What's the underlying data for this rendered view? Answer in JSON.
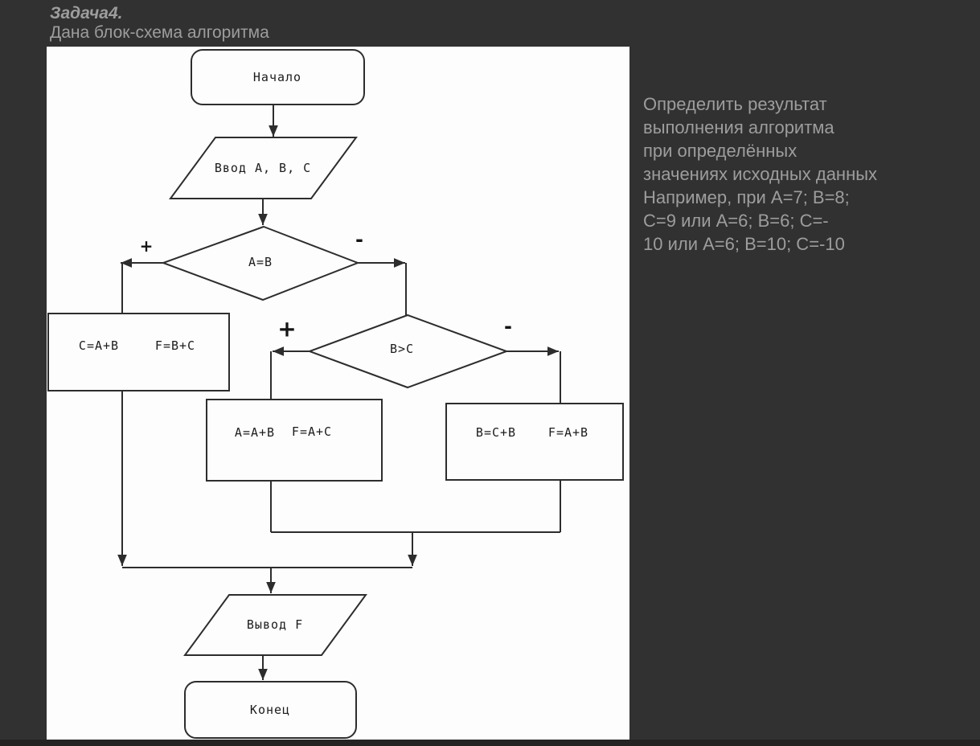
{
  "header": {
    "task_title": "Задача4.",
    "task_subtitle": "Дана блок-схема алгоритма"
  },
  "description": {
    "lines": [
      "Определить результат",
      "выполнения алгоритма",
      "при определённых",
      "значениях исходных данных",
      "Например, при A=7; B=8;",
      "C=9 или A=6; B=6; C=-",
      "10 или A=6; B=10; C=-10"
    ]
  },
  "flowchart": {
    "start_label": "Начало",
    "input_label": "Ввод A, B, C",
    "decision1": {
      "label": "A=B",
      "true_branch": "+",
      "false_branch": "-"
    },
    "decision2": {
      "label": "B>C",
      "true_branch": "+",
      "false_branch": "-"
    },
    "process_left": {
      "stmt1": "C=A+B",
      "stmt2": "F=B+C"
    },
    "process_middle": {
      "stmt1": "A=A+B",
      "stmt2": "F=A+C"
    },
    "process_right": {
      "stmt1": "B=C+B",
      "stmt2": "F=A+B"
    },
    "output_label": "Вывод F",
    "end_label": "Конец"
  },
  "colors": {
    "background": "#313131",
    "panel": "#fdfdfd",
    "line": "#2d2d2d",
    "muted_text": "#9d9d9d",
    "bottom_bar": "#232323"
  }
}
